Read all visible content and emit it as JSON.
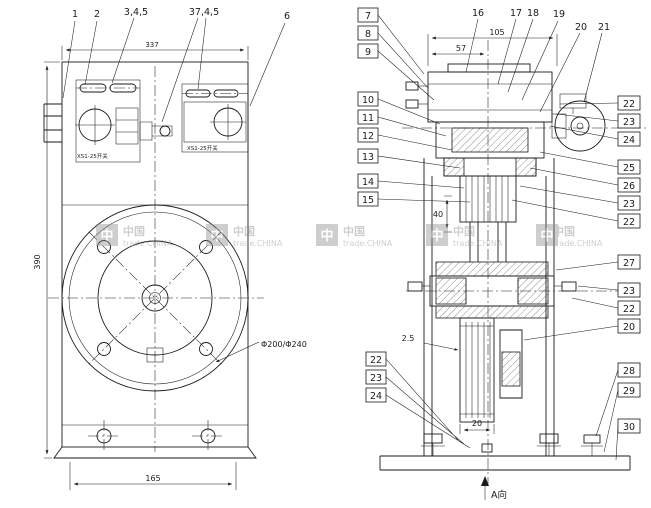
{
  "drawing": {
    "left_view": {
      "callout_1": "1",
      "callout_2": "2",
      "callout_345": "3,4,5",
      "callout_3745": "37,4,5",
      "callout_6": "6",
      "switch_label_left": "XS1-25开关",
      "switch_label_right": "XS1-25开关",
      "dim_top": "337",
      "dim_height": "390",
      "dim_base": "165",
      "dim_sheave": "Φ200/Φ240"
    },
    "right_view": {
      "top_callouts": [
        "16",
        "17",
        "18",
        "19",
        "20",
        "21"
      ],
      "left_callouts": [
        "7",
        "8",
        "9",
        "10",
        "11",
        "12",
        "13",
        "14",
        "15"
      ],
      "lower_left_callouts": [
        "22",
        "23",
        "24"
      ],
      "right_callouts": [
        "22",
        "23",
        "24",
        "25",
        "26",
        "23",
        "22",
        "27",
        "23",
        "22",
        "20",
        "28",
        "29",
        "30"
      ],
      "dim_width": "105",
      "dim_half_width": "57",
      "dim_40": "40",
      "dim_2_5": "2.5",
      "dim_groove": "20",
      "view_arrow_label": "A向"
    },
    "watermark": {
      "glyph": "中",
      "cn": "中国",
      "en": "trade.CHINA"
    }
  }
}
